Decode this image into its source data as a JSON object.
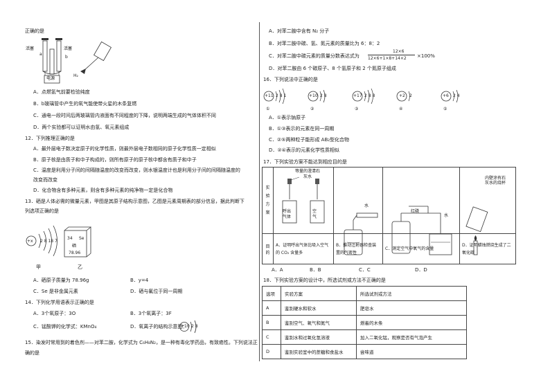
{
  "left": {
    "q11_tail": "正确的是",
    "fig11": {
      "left_valve": "活塞",
      "right_valve": "活塞",
      "label_a": "a",
      "label_b": "b",
      "power": "电源",
      "h2": "H₂"
    },
    "q11_opts": [
      "A．点燃氢气前要检验纯度",
      "B．b玻璃管中产生的氧气能使带火星的木条复燃",
      "C．通电一段时间后两玻璃管内液面有不同程度的下降，说明两端生成的气体体积不同",
      "D．两个实验都可以证明水由氢、氧元素组成"
    ],
    "q12_stem": "12．下列推理正确的是",
    "q12_opts": [
      "A．最外层电子数决定原子的化学性质，则最外层电子数相同的原子化学性质一定相似",
      "B．原子核是由质子和中子构成的，则所有原子的原子核中都含有质子和中子",
      "C．温度是利用分子间的间隔随温度的改变而改变，则水银温度计也是利用分子间的间隔随温度的",
      "改变而改变",
      "D．化合物含有多种元素，则含有多种元素的纯净物一定是化合物"
    ],
    "q13_stem": [
      "13．硒是人体必需的微量元素，甲图是其原子结构示意图，乙图是元素周期表的部分信息，据此判断下",
      "列选项正确的是"
    ],
    "fig13": {
      "nucleus": "+x",
      "shells": "2 8 18 7",
      "number": "34",
      "symbol": "Se",
      "name": "硒",
      "mass": "78.96",
      "label_a": "甲",
      "label_b": "乙"
    },
    "q13_opts": [
      "A．硒原子质量为 78.96g",
      "B．y=4",
      "C．Se 是非金属元素",
      "D．硒与氟位于同一周期"
    ],
    "q14_stem": "14．下列化学用语表示正确的是",
    "q14_opts": [
      "A．3个氧原子：3O",
      "B．3个氧离子：3F",
      "C．锰酸钾的化学式：KMnO₄",
      "D．氧离子的结构示意图："
    ],
    "q14_ion": {
      "nucleus": "+10",
      "shells": "2 8"
    },
    "q15_stem": [
      "15．染发时常用到的着色剂——对苯二胺，化学式为 C₆H₈N₂，是一种有毒化学药品，有致癌性。下列说法正",
      "确的是"
    ]
  },
  "right": {
    "q15_opts": [
      "A．对苯二胺中含有 N₂ 分子",
      "B．对苯二胺中碳、氢、氮元素的质量比为 6：8：2",
      "D．对苯二胺由 6 个碳原子、8 个氢原子和 2 个氮原子组成"
    ],
    "q15_c_prefix": "C．对苯二胺中碳元素的质量分数表达式为",
    "q15_c_num": "12×6",
    "q15_c_den": "12×6+1×8+14×2",
    "q15_c_suffix": "×100%",
    "q16_stem": "16．下列说法中正确的是",
    "q16_atoms": [
      {
        "nucleus": "+11",
        "shells": "2 8 1",
        "tag": "①"
      },
      {
        "nucleus": "+10",
        "shells": "2 8",
        "tag": "②"
      },
      {
        "nucleus": "+17",
        "shells": "2 8 8",
        "tag": "③"
      },
      {
        "nucleus": "+2",
        "shells": "2",
        "tag": "④"
      },
      {
        "nucleus": "+6",
        "shells": "2 4",
        "tag": "⑤"
      }
    ],
    "q16_opts": [
      "A．①表示钠原子",
      "B．①③表示的元素在同一周期",
      "C．②⑤两种粒子能形成 AB₂型化合物",
      "D．②④表示的元素化学性质相似"
    ],
    "q17_stem": "17．下列实验方案不能达到相应目的是",
    "q17_table": {
      "row1_head": "实验方案",
      "row2_head": "目的",
      "fig_a": {
        "top": "等量的澄清石灰水",
        "left_bottle": "呼出气体",
        "right_bottle": "空气"
      },
      "fig_c": {
        "p_label": "红磷",
        "water": "水"
      },
      "fig_b": {
        "water": "水"
      },
      "fig_d": {
        "label": "内壁涂有石灰水的烧杯"
      },
      "aims": [
        "A．证明呼出气体比吸入空气的 CO₂ 含量多",
        "B．推动注射器检查装置的气密性",
        "C．测定空气中氧气的含量",
        "D．证明蜡烛燃烧生成了二氧化碳"
      ]
    },
    "q17_opts": [
      "A．A",
      "B．B",
      "C．C",
      "D．D"
    ],
    "q18_stem": "18．下列实验方案的设计中，所选试剂或方法不正确的是",
    "q18_table": {
      "headers": [
        "选项",
        "实验方案",
        "所选试剂或方法"
      ],
      "rows": [
        [
          "A",
          "鉴别硬水和软水",
          "肥皂水"
        ],
        [
          "B",
          "鉴别空气、氧气和氮气",
          "燃着的木条"
        ],
        [
          "C",
          "鉴别水和过氧化氢溶液",
          "加入二氧化锰，观察是否有气泡产生"
        ],
        [
          "D",
          "鉴别实验室中的蔗糖和食盐水",
          "尝味道"
        ]
      ]
    }
  }
}
